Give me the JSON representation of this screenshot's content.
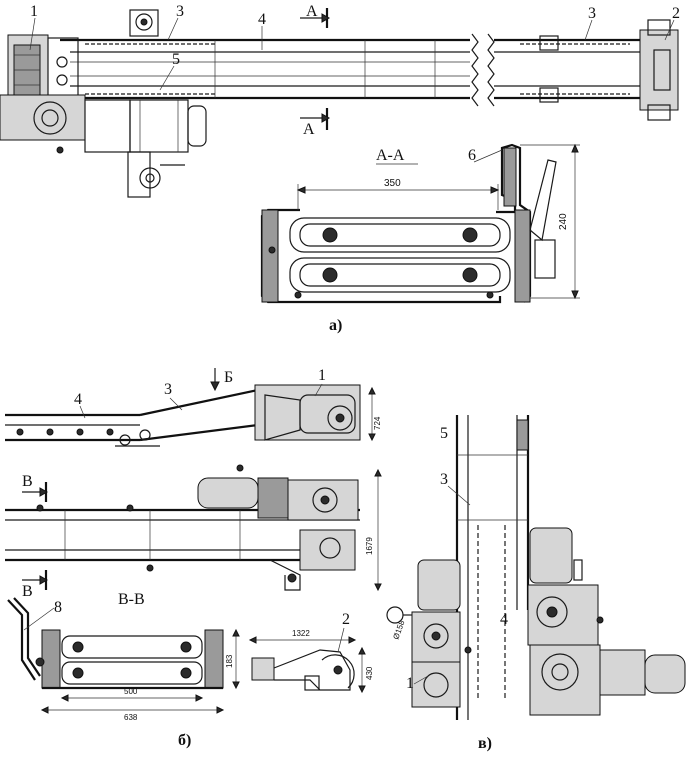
{
  "figure": {
    "panels": {
      "a": {
        "caption": "а)",
        "section_label": "А-А",
        "arrow_letter": "А",
        "callouts": [
          "1",
          "2",
          "3",
          "3",
          "4",
          "5",
          "6"
        ],
        "dims": {
          "width": "350",
          "height": "240"
        }
      },
      "b": {
        "caption": "б)",
        "section_label": "В-В",
        "arrow_letter_v": "В",
        "arrow_letter_b": "Б",
        "callouts": [
          "1",
          "2",
          "3",
          "4",
          "8"
        ],
        "dims": {
          "h_top": "724",
          "h_mid": "1679",
          "w_a": "500",
          "w_b": "638",
          "h_sec": "183",
          "w_drive": "1322",
          "h_drive": "430"
        }
      },
      "v": {
        "caption": "в)",
        "callouts": [
          "1",
          "3",
          "4",
          "5"
        ],
        "dims": {
          "dia": "Ø158"
        }
      }
    }
  }
}
